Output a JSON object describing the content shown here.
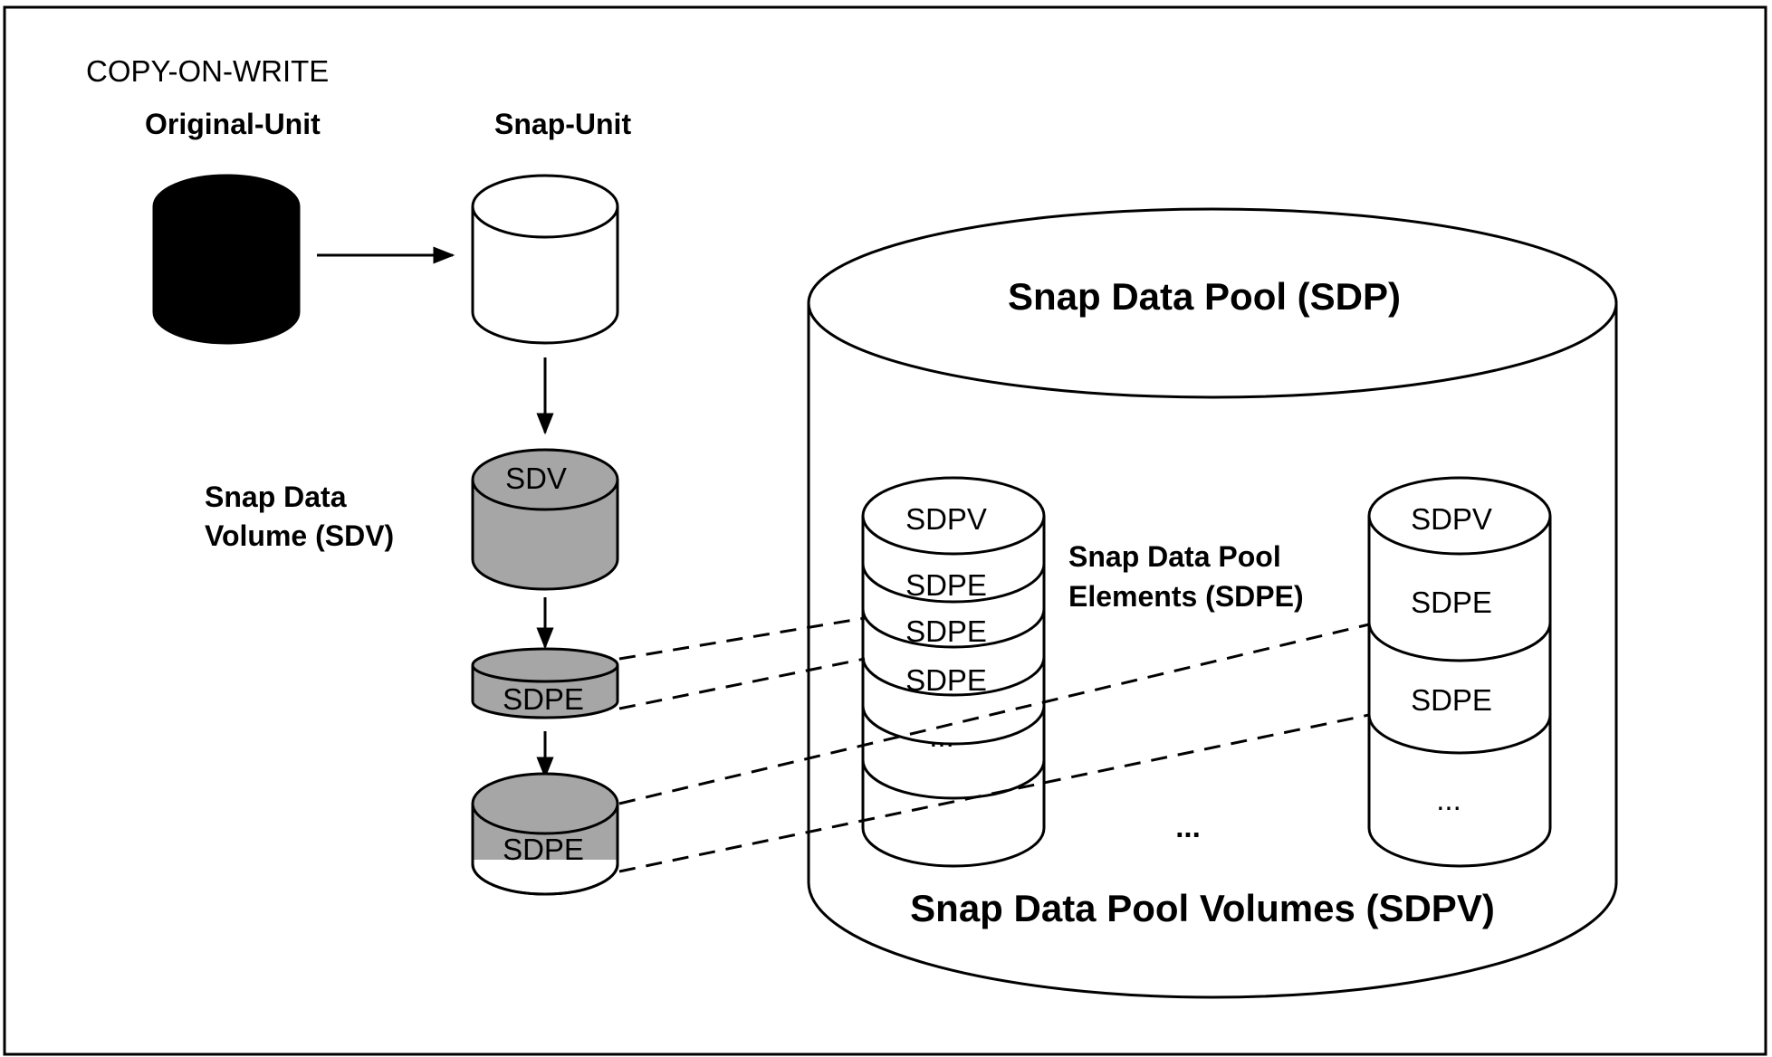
{
  "title": "COPY-ON-WRITE",
  "original_unit": {
    "label": "Original-Unit",
    "color": "#000000"
  },
  "snap_unit": {
    "label": "Snap-Unit",
    "color": "#ffffff"
  },
  "sdv": {
    "label_line1": "Snap Data",
    "label_line2": "Volume (SDV)",
    "disk_label": "SDV",
    "color": "#a6a6a6"
  },
  "sdpe_disks": [
    {
      "label": "SDPE"
    },
    {
      "label": "SDPE"
    }
  ],
  "sdp": {
    "label": "Snap Data Pool (SDP)"
  },
  "sdpv_left": {
    "top_label": "SDPV",
    "elements": [
      "SDPE",
      "SDPE",
      "SDPE"
    ],
    "ellipsis": "..."
  },
  "sdpv_right": {
    "top_label": "SDPV",
    "elements": [
      "SDPE",
      "SDPE"
    ],
    "ellipsis": "..."
  },
  "sdpe_label": {
    "line1": "Snap Data Pool",
    "line2": "Elements (SDPE)"
  },
  "middle_ellipsis": "...",
  "sdpv_label": "Snap Data Pool Volumes (SDPV)"
}
